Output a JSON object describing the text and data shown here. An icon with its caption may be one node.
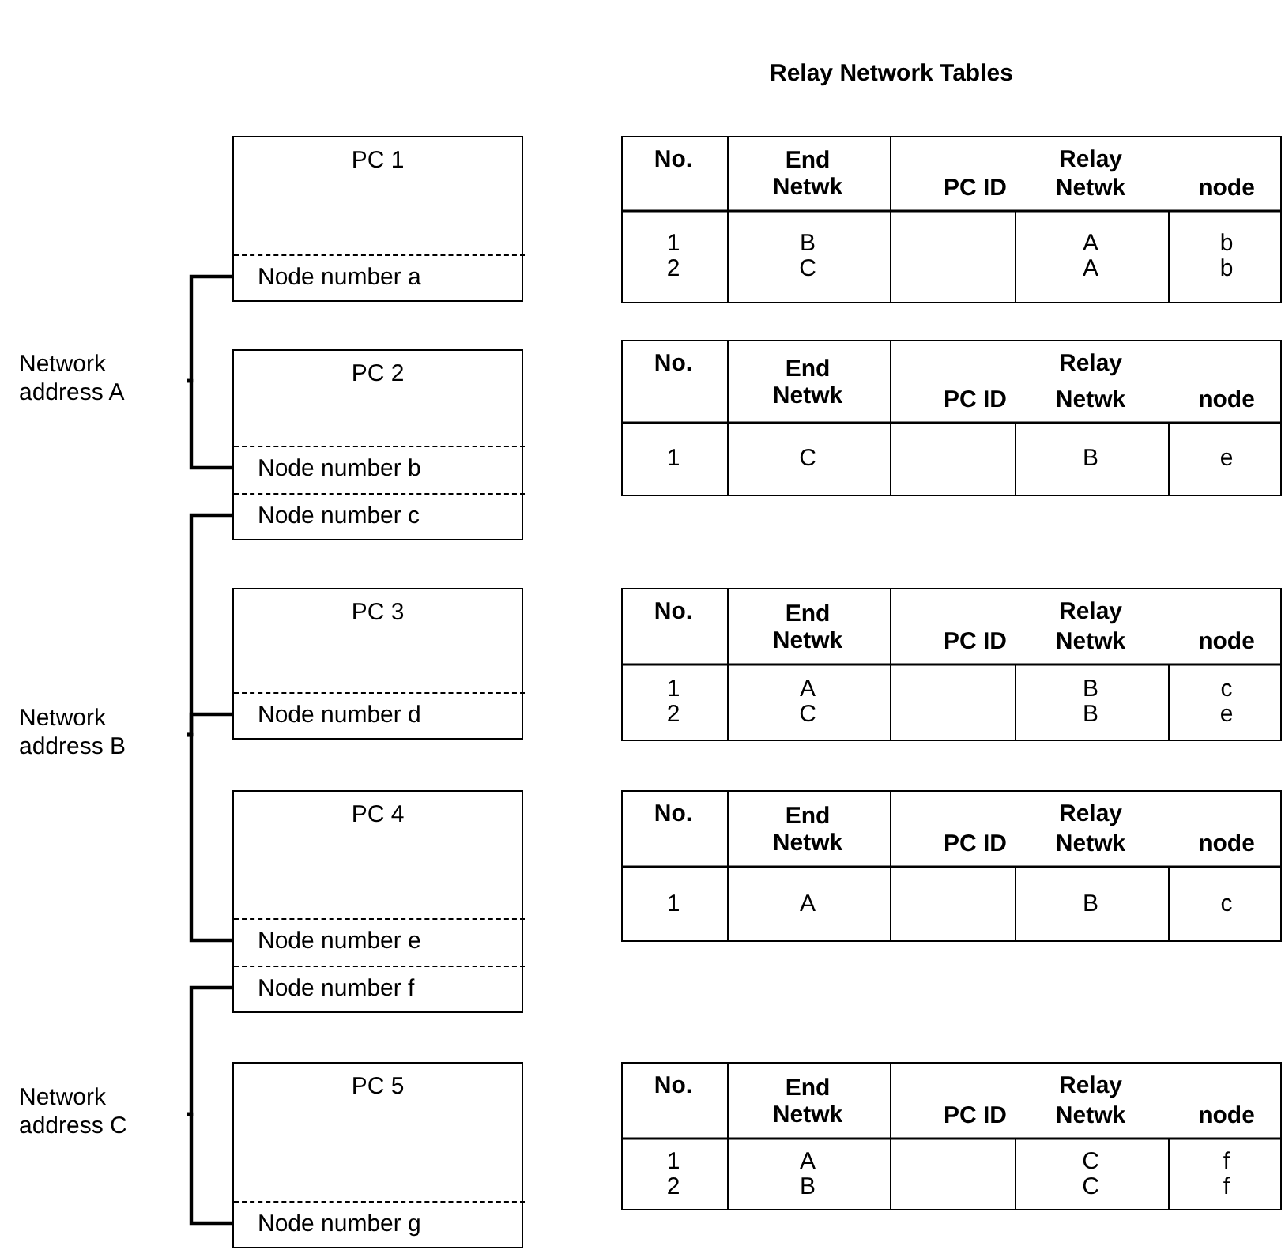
{
  "diagram": {
    "title": "Relay Network Tables",
    "nodes": [
      {
        "text": [
          "PC 1"
        ]
      },
      {
        "text": [
          "Node number a"
        ],
        "in": 0
      },
      {
        "text": [
          "PC 2"
        ]
      },
      {
        "text": [
          "Node number b"
        ],
        "in": 2
      },
      {
        "text": [
          "Node number c"
        ],
        "in": 2
      },
      {
        "text": [
          "PC 3"
        ]
      },
      {
        "text": [
          "Node number d"
        ],
        "in": 5
      },
      {
        "text": [
          "PC 4"
        ]
      },
      {
        "text": [
          "Node number e"
        ],
        "in": 7
      },
      {
        "text": [
          "Node number f"
        ],
        "in": 7
      },
      {
        "text": [
          "PC 5"
        ]
      },
      {
        "text": [
          "Node number g"
        ],
        "in": 10
      },
      {
        "text": [
          "Network address A"
        ]
      },
      {
        "text": [
          "Network address B"
        ]
      },
      {
        "text": [
          "Network address C"
        ]
      }
    ],
    "edges": [
      {
        "from": 12,
        "to": 1,
        "arrow": "none"
      },
      {
        "from": 12,
        "to": 3,
        "arrow": "none"
      },
      {
        "from": 13,
        "to": 4,
        "arrow": "none"
      },
      {
        "from": 13,
        "to": 6,
        "arrow": "none"
      },
      {
        "from": 13,
        "to": 8,
        "arrow": "none"
      },
      {
        "from": 14,
        "to": 9,
        "arrow": "none"
      },
      {
        "from": 14,
        "to": 11,
        "arrow": "none"
      }
    ],
    "labels": [
      "No.",
      "End Netwk",
      "Relay",
      "PC ID",
      "Netwk",
      "node",
      "1",
      "B",
      "A",
      "b",
      "2",
      "C",
      "A",
      "b",
      "No.",
      "End Netwk",
      "Relay",
      "PC ID",
      "Netwk",
      "node",
      "1",
      "C",
      "B",
      "e",
      "No.",
      "End Netwk",
      "Relay",
      "PC ID",
      "Netwk",
      "node",
      "1",
      "A",
      "B",
      "c",
      "2",
      "C",
      "B",
      "e",
      "No.",
      "End Netwk",
      "Relay",
      "PC ID",
      "Netwk",
      "node",
      "1",
      "A",
      "B",
      "c",
      "No.",
      "End Netwk",
      "Relay",
      "PC ID",
      "Netwk",
      "node",
      "1",
      "A",
      "C",
      "f",
      "2",
      "B",
      "C",
      "f"
    ]
  }
}
